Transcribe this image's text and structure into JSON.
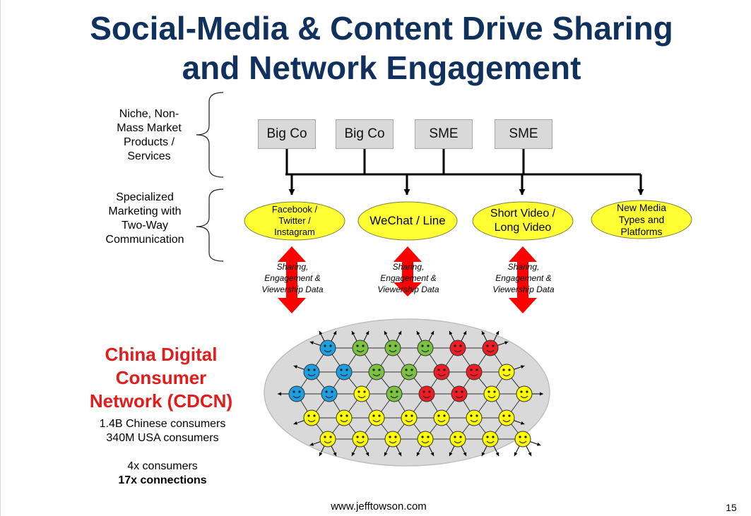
{
  "slide": {
    "title_line1": "Social-Media & Content Drive Sharing",
    "title_line2": "and Network Engagement",
    "footer_url": "www.jefftowson.com",
    "page_number": "15"
  },
  "left_labels": {
    "products_lines": [
      "Niche, Non-",
      "Mass Market",
      "Products /",
      "Services"
    ],
    "marketing_lines": [
      "Specialized",
      "Marketing with",
      "Two-Way",
      "Communication"
    ]
  },
  "companies": [
    "Big Co",
    "Big Co",
    "SME",
    "SME"
  ],
  "platforms": [
    {
      "lines": [
        "Facebook /",
        "Twitter /",
        "Instagram"
      ]
    },
    {
      "lines": [
        "WeChat / Line"
      ]
    },
    {
      "lines": [
        "Short Video /",
        "Long Video"
      ]
    },
    {
      "lines": [
        "New Media",
        "Types and",
        "Platforms"
      ]
    }
  ],
  "flow_label_lines": [
    "Sharing,",
    "Engagement &",
    "Viewership Data"
  ],
  "network": {
    "title_lines": [
      "China Digital",
      "Consumer",
      "Network (CDCN)"
    ],
    "stats": [
      "1.4B Chinese consumers",
      "340M USA consumers",
      "4x consumers",
      "17x connections"
    ],
    "node_rows": [
      [
        "blue",
        "green",
        "green",
        "green",
        "red",
        "red"
      ],
      [
        "blue",
        "blue",
        "green",
        "green",
        "red",
        "red",
        "yellow"
      ],
      [
        "blue",
        "blue",
        "yellow",
        "green",
        "red",
        "red",
        "yellow",
        "yellow"
      ],
      [
        "yellow",
        "yellow",
        "yellow",
        "yellow",
        "yellow",
        "yellow",
        "yellow"
      ],
      [
        "yellow",
        "yellow",
        "yellow",
        "yellow",
        "yellow",
        "yellow",
        "yellow"
      ]
    ]
  },
  "colors": {
    "title": "#10305e",
    "cdcn_title": "#e21c1c",
    "platform_fill": "#ffff33",
    "box_fill": "#d9d9d9",
    "network_fill": "#d9d9d9",
    "arrow_red": "#ff0000",
    "node_blue": "#1e9ee0",
    "node_green": "#7cc242",
    "node_red": "#ee1c24",
    "node_yellow": "#ffff00"
  }
}
